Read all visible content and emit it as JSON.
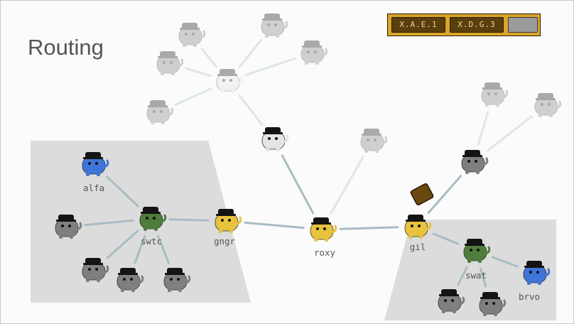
{
  "title": "Routing",
  "toolbar": {
    "buttons": [
      "X.A.E.1",
      "X.D.G.3",
      ""
    ]
  },
  "nodes": [
    {
      "id": "alfa",
      "label": "alfa",
      "color": "blue",
      "faded": false
    },
    {
      "id": "swtc",
      "label": "swtc",
      "color": "green",
      "faded": false
    },
    {
      "id": "gngr",
      "label": "gngr",
      "color": "yellow",
      "faded": false
    },
    {
      "id": "roxy",
      "label": "roxy",
      "color": "yellow",
      "faded": false
    },
    {
      "id": "gil",
      "label": "gil",
      "color": "yellow",
      "faded": false
    },
    {
      "id": "swat",
      "label": "swat",
      "color": "green",
      "faded": false
    },
    {
      "id": "brvo",
      "label": "brvo",
      "color": "blue",
      "faded": false
    },
    {
      "id": "sw_l",
      "label": "",
      "color": "gray",
      "faded": false
    },
    {
      "id": "sw_b1",
      "label": "",
      "color": "gray",
      "faded": false
    },
    {
      "id": "sw_b2",
      "label": "",
      "color": "gray",
      "faded": false
    },
    {
      "id": "sw_b3",
      "label": "",
      "color": "gray",
      "faded": false
    },
    {
      "id": "sa_b1",
      "label": "",
      "color": "gray",
      "faded": false
    },
    {
      "id": "sa_b2",
      "label": "",
      "color": "gray",
      "faded": false
    },
    {
      "id": "rx_l",
      "label": "",
      "color": "white",
      "faded": false
    },
    {
      "id": "rx_r",
      "label": "",
      "color": "gray",
      "faded": true
    },
    {
      "id": "hub",
      "label": "",
      "color": "white",
      "faded": true
    },
    {
      "id": "h1",
      "label": "",
      "color": "gray",
      "faded": true
    },
    {
      "id": "h2",
      "label": "",
      "color": "gray",
      "faded": true
    },
    {
      "id": "h3",
      "label": "",
      "color": "gray",
      "faded": true
    },
    {
      "id": "h4",
      "label": "",
      "color": "gray",
      "faded": true
    },
    {
      "id": "h5",
      "label": "",
      "color": "gray",
      "faded": true
    },
    {
      "id": "gr",
      "label": "",
      "color": "gray",
      "faded": false
    },
    {
      "id": "g1",
      "label": "",
      "color": "gray",
      "faded": true
    },
    {
      "id": "g2",
      "label": "",
      "color": "gray",
      "faded": true
    }
  ],
  "edges": [
    [
      "alfa",
      "swtc"
    ],
    [
      "sw_l",
      "swtc"
    ],
    [
      "swtc",
      "gngr"
    ],
    [
      "swtc",
      "sw_b1"
    ],
    [
      "swtc",
      "sw_b2"
    ],
    [
      "swtc",
      "sw_b3"
    ],
    [
      "gngr",
      "roxy"
    ],
    [
      "roxy",
      "rx_l"
    ],
    [
      "roxy",
      "rx_r"
    ],
    [
      "roxy",
      "gil"
    ],
    [
      "rx_l",
      "hub"
    ],
    [
      "hub",
      "h1"
    ],
    [
      "hub",
      "h2"
    ],
    [
      "hub",
      "h3"
    ],
    [
      "hub",
      "h4"
    ],
    [
      "hub",
      "h5"
    ],
    [
      "gil",
      "swat"
    ],
    [
      "swat",
      "brvo"
    ],
    [
      "swat",
      "sa_b1"
    ],
    [
      "swat",
      "sa_b2"
    ],
    [
      "gil",
      "gr"
    ],
    [
      "gr",
      "g1"
    ],
    [
      "gr",
      "g2"
    ]
  ],
  "packet": {
    "color": "brown",
    "on_edge": [
      "gil",
      "gr"
    ]
  },
  "colors": {
    "blue": "#3f74d8",
    "green": "#4f7d3b",
    "yellow": "#e7c33e",
    "gray": "#7f7f7f",
    "white": "#e4e4e4",
    "hat": "#141414",
    "region": "#dcdcdc",
    "edge": "#a9bcc3",
    "accent": "#d9a62b",
    "packet": "#6b4710"
  }
}
